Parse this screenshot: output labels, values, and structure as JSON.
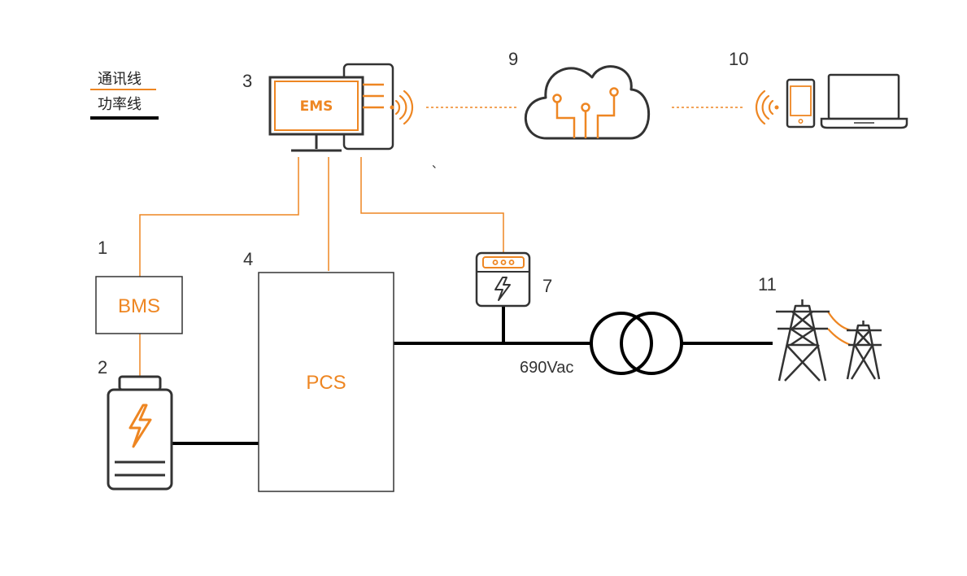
{
  "legend": {
    "comm_line": "通讯线",
    "power_line": "功率线"
  },
  "components": {
    "bms": {
      "number": "1",
      "label": "BMS"
    },
    "battery": {
      "number": "2"
    },
    "ems": {
      "number": "3",
      "label": "EMS"
    },
    "pcs": {
      "number": "4",
      "label": "PCS"
    },
    "meter": {
      "number": "7"
    },
    "cloud": {
      "number": "9"
    },
    "devices": {
      "number": "10"
    },
    "grid": {
      "number": "11"
    }
  },
  "bus_voltage": "690Vac",
  "stray_mark": "、",
  "colors": {
    "accent": "#ee8622",
    "power": "#000000",
    "outline": "#333333"
  },
  "icons": [
    "battery-icon",
    "lightning-icon",
    "monitor-icon",
    "server-tower-icon",
    "wifi-signal-icon",
    "cloud-icon",
    "phone-icon",
    "laptop-icon",
    "meter-icon",
    "transformer-icon",
    "transmission-tower-icon"
  ]
}
